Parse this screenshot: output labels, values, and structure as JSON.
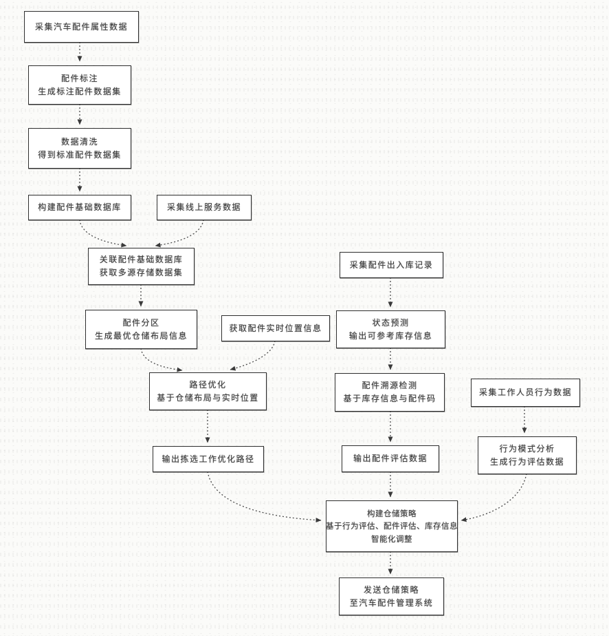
{
  "diagram": {
    "type": "flowchart",
    "style": "scanned patent figure, monochrome",
    "background_color": "#fbfbf9",
    "box_fill": "#ffffff",
    "box_border_color": "#2e2e2e",
    "connector_color": "#4a4a4a",
    "text_color": "#3b3b3b"
  },
  "nodes": [
    {
      "id": "collect-part-attributes",
      "lines": [
        "采集汽车配件属性数据"
      ]
    },
    {
      "id": "part-labeling",
      "lines": [
        "配件标注",
        "生成标注配件数据集"
      ]
    },
    {
      "id": "data-cleaning",
      "lines": [
        "数据清洗",
        "得到标准配件数据集"
      ]
    },
    {
      "id": "build-part-database",
      "lines": [
        "构建配件基础数据库"
      ]
    },
    {
      "id": "collect-online-service",
      "lines": [
        "采集线上服务数据"
      ]
    },
    {
      "id": "associate-database",
      "lines": [
        "关联配件基础数据库",
        "获取多源存储数据集"
      ]
    },
    {
      "id": "part-zoning",
      "lines": [
        "配件分区",
        "生成最优仓储布局信息"
      ]
    },
    {
      "id": "get-realtime-location",
      "lines": [
        "获取配件实时位置信息"
      ]
    },
    {
      "id": "path-optimization",
      "lines": [
        "路径优化",
        "基于仓储布局与实时位置"
      ]
    },
    {
      "id": "output-picking-path",
      "lines": [
        "输出拣选工作优化路径"
      ]
    },
    {
      "id": "collect-inout-records",
      "lines": [
        "采集配件出入库记录"
      ]
    },
    {
      "id": "state-prediction",
      "lines": [
        "状态预测",
        "输出可参考库存信息"
      ]
    },
    {
      "id": "trace-detection",
      "lines": [
        "配件溯源检测",
        "基于库存信息与配件码"
      ]
    },
    {
      "id": "output-part-evaluation",
      "lines": [
        "输出配件评估数据"
      ]
    },
    {
      "id": "collect-staff-behavior",
      "lines": [
        "采集工作人员行为数据"
      ]
    },
    {
      "id": "behavior-pattern-analysis",
      "lines": [
        "行为模式分析",
        "生成行为评估数据"
      ]
    },
    {
      "id": "build-storage-strategy",
      "lines": [
        "构建仓储策略",
        "基于行为评估、配件评估、库存信息",
        "智能化调整"
      ]
    },
    {
      "id": "send-strategy",
      "lines": [
        "发送仓储策略",
        "至汽车配件管理系统"
      ]
    }
  ]
}
